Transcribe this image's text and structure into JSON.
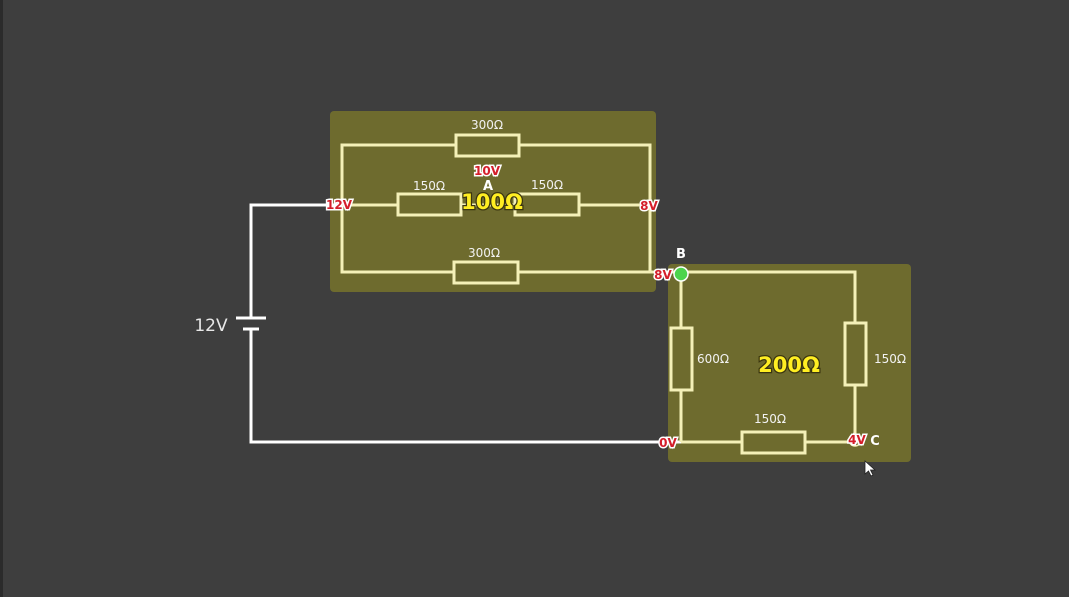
{
  "source": {
    "label": "12V"
  },
  "block1": {
    "equivalent": "100Ω",
    "resistors": {
      "top": "300Ω",
      "mid_left": "150Ω",
      "mid_right": "150Ω",
      "bottom": "300Ω"
    },
    "node_a": {
      "letter": "A",
      "voltage": "10V"
    },
    "left_voltage": "12V",
    "right_voltage": "8V"
  },
  "block2": {
    "equivalent": "200Ω",
    "resistors": {
      "left": "600Ω",
      "right": "150Ω",
      "bottom": "150Ω"
    },
    "node_b": {
      "letter": "B",
      "voltage": "8V"
    },
    "node_c": {
      "letter": "C",
      "voltage": "4V"
    },
    "ground_voltage": "0V"
  },
  "colors": {
    "background": "#3e3e3e",
    "block_fill": "#6e6b2e",
    "wire_main": "#ffffff",
    "wire_block": "#f4f0b8",
    "voltage_text": "#d41e2a",
    "equivalent_text": "#ffee22",
    "node_b_dot": "#4cd44c"
  }
}
